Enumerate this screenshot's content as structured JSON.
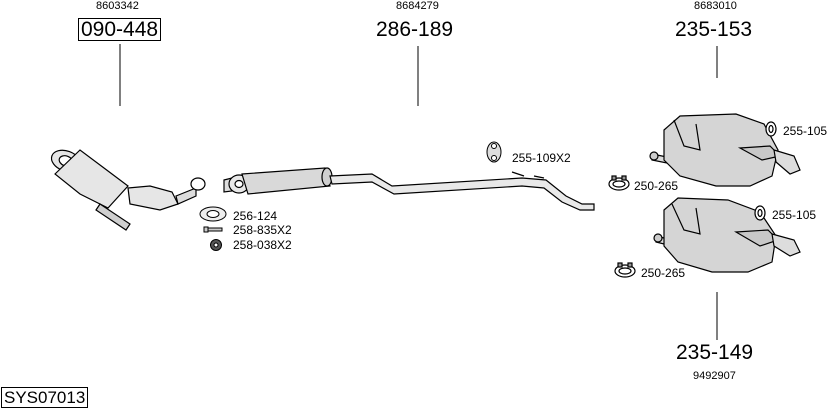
{
  "diagram": {
    "system_code": "SYS07013",
    "components": [
      {
        "oe_number": "8603342",
        "part_number": "090-448",
        "boxed": true
      },
      {
        "oe_number": "8684279",
        "part_number": "286-189",
        "boxed": false
      },
      {
        "oe_number": "8683010",
        "part_number": "235-153",
        "boxed": false
      },
      {
        "oe_number": "9492907",
        "part_number": "235-149",
        "boxed": false
      }
    ],
    "accessories": [
      {
        "part_number": "256-124"
      },
      {
        "part_number": "258-835X2"
      },
      {
        "part_number": "258-038X2"
      },
      {
        "part_number": "255-109X2"
      },
      {
        "part_number": "255-105"
      },
      {
        "part_number": "250-265"
      },
      {
        "part_number": "255-105"
      },
      {
        "part_number": "250-265"
      }
    ]
  }
}
